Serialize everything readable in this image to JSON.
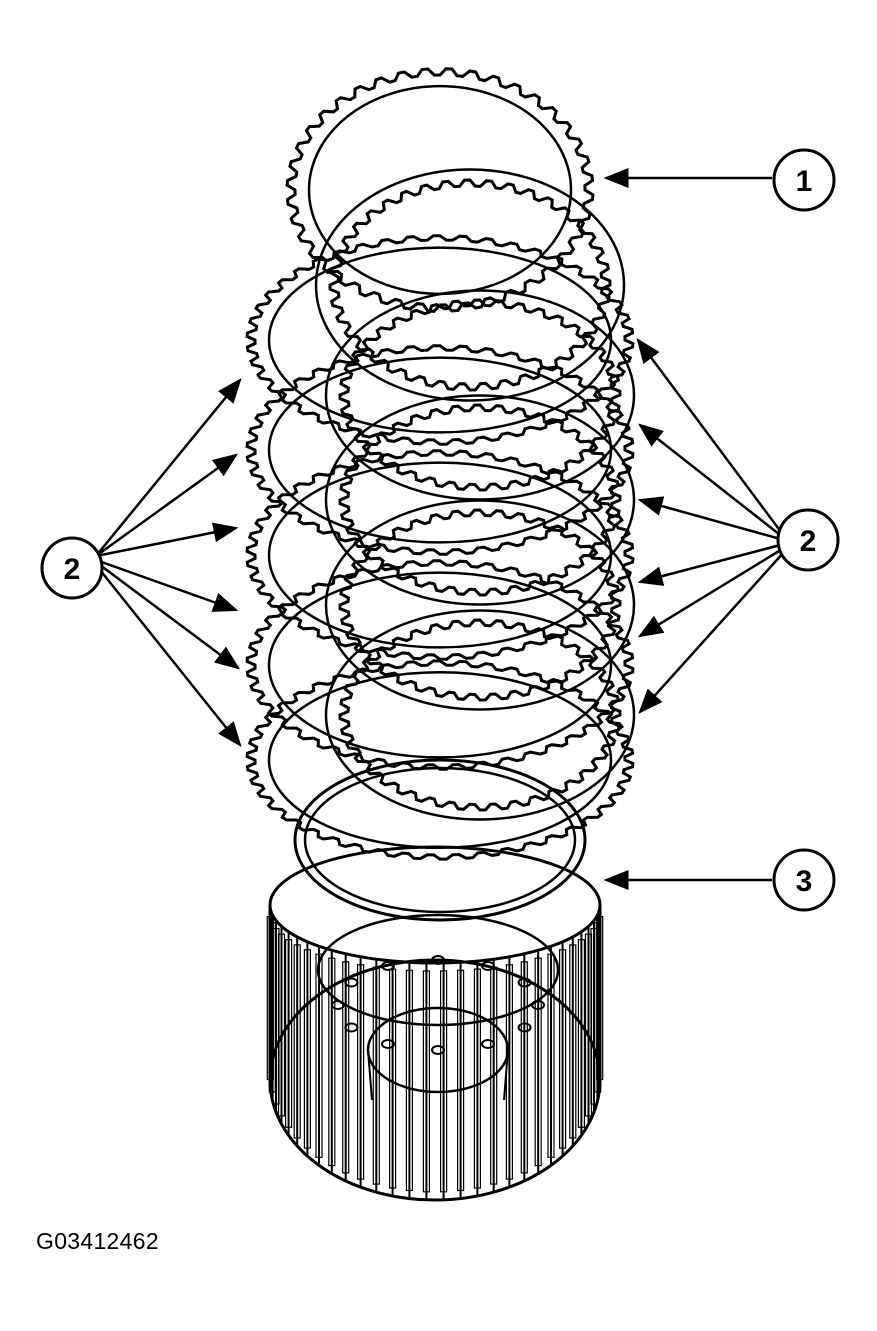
{
  "figure": {
    "id": "G03412462",
    "callouts": [
      {
        "number": "1"
      },
      {
        "number": "2"
      },
      {
        "number": "2"
      },
      {
        "number": "3"
      }
    ]
  },
  "colors": {
    "ink": "#000000",
    "paper": "#ffffff"
  }
}
